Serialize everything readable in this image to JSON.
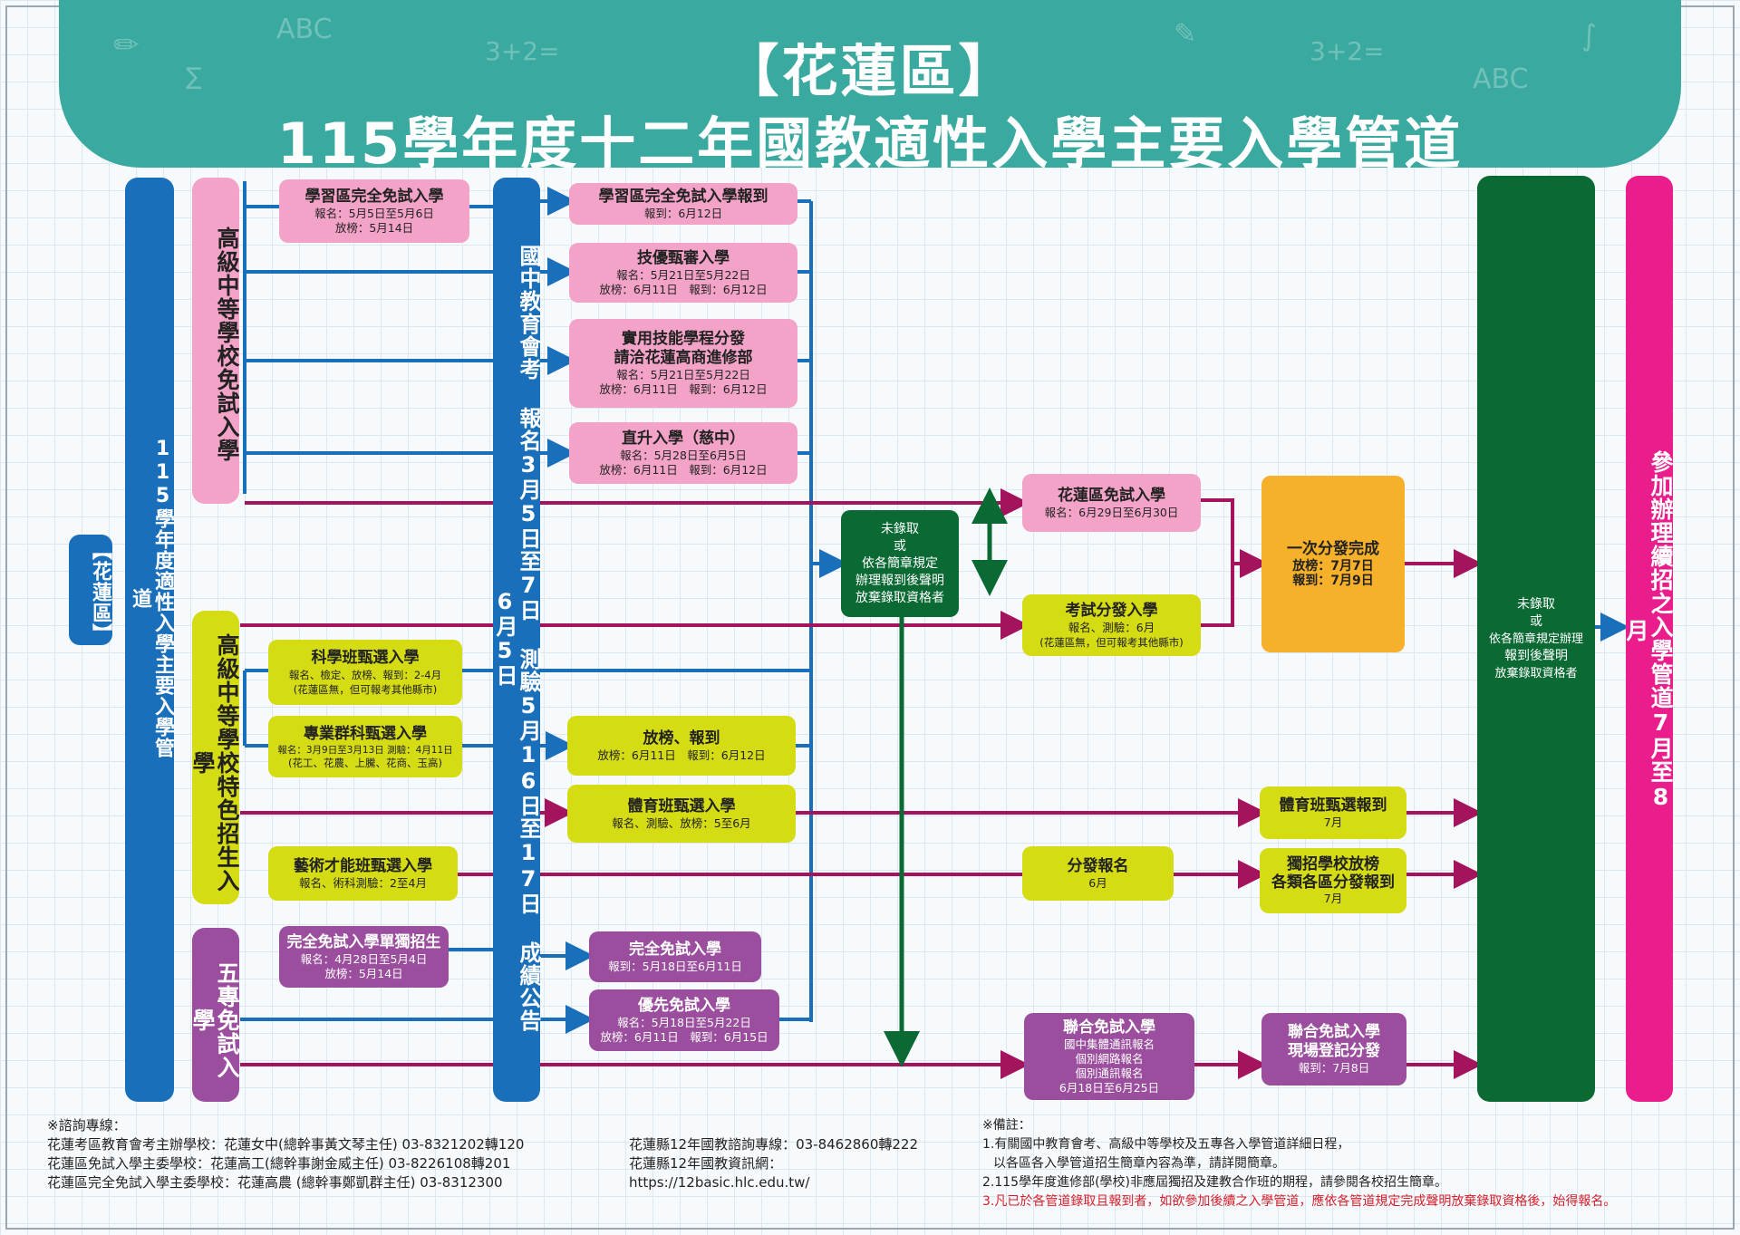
{
  "header": {
    "region": "【花蓮區】",
    "title": "115學年度十二年國教適性入學主要入學管道"
  },
  "left": {
    "region_tag": "【花蓮區】",
    "main_label": "115學年度適性入學主要入學管道"
  },
  "categories": {
    "free_exam": "高級中等學校免試入學",
    "special": "高級中等學校特色招生入學",
    "five_year": "五專免試入學"
  },
  "exam_bar": "國中教育會考 報名3月5日至7日 測驗5月16日至17日 成績公告6月5日",
  "boxes": {
    "sa_full": {
      "h": "學習區完全免試入學",
      "s1": "報名：5月5日至5月6日",
      "s2": "放榜：5月14日"
    },
    "sa_full_report": {
      "h": "學習區完全免試入學報到",
      "s1": "報到：6月12日"
    },
    "skill_review": {
      "h": "技優甄審入學",
      "s1": "報名：5月21日至5月22日",
      "s2": "放榜：6月11日　報到：6月12日"
    },
    "practical": {
      "h": "實用技能學程分發",
      "h2": "請洽花蓮高商進修部",
      "s1": "報名：5月21日至5月22日",
      "s2": "放榜：6月11日　報到：6月12日"
    },
    "direct": {
      "h": "直升入學（慈中）",
      "s1": "報名：5月28日至6月5日",
      "s2": "放榜：6月11日　報到：6月12日"
    },
    "hualien_free": {
      "h": "花蓮區免試入學",
      "s1": "報名：6月29日至6月30日"
    },
    "not_admitted_mid": {
      "l1": "未錄取",
      "l2": "或",
      "l3": "依各簡章規定",
      "l4": "辦理報到後聲明",
      "l5": "放棄錄取資格者"
    },
    "exam_alloc": {
      "h": "考試分發入學",
      "s1": "報名、測驗：6月",
      "s2": "(花蓮區無，但可報考其他縣市)"
    },
    "one_time": {
      "h": "一次分發完成",
      "s1": "放榜：7月7日",
      "s2": "報到：7月9日"
    },
    "not_admitted_right": {
      "l1": "未錄取",
      "l2": "或",
      "l3": "依各簡章規定辦理",
      "l4": "報到後聲明",
      "l5": "放棄錄取資格者"
    },
    "continue": "參加辦理續招之入學管道7月至8月",
    "science": {
      "h": "科學班甄選入學",
      "s1": "報名、檢定、放榜、報到：2-4月",
      "s2": "(花蓮區無，但可報考其他縣市)"
    },
    "pro_group": {
      "h": "專業群科甄選入學",
      "s1": "報名：3月9日至3月13日 測驗：4月11日",
      "s2": "(花工、花農、上騰、花商、玉高)"
    },
    "release": {
      "h": "放榜、報到",
      "s1": "放榜：6月11日　報到：6月12日"
    },
    "sports": {
      "h": "體育班甄選入學",
      "s1": "報名、測驗、放榜：5至6月"
    },
    "sports_report": {
      "h": "體育班甄選報到",
      "s1": "7月"
    },
    "arts": {
      "h": "藝術才能班甄選入學",
      "s1": "報名、術科測驗：2至4月"
    },
    "alloc_reg": {
      "h": "分發報名",
      "s1": "6月"
    },
    "indep": {
      "h": "獨招學校放榜",
      "h2": "各類各區分發報到",
      "s1": "7月"
    },
    "five_full_indep": {
      "h": "完全免試入學單獨招生",
      "s1": "報名：4月28日至5月4日",
      "s2": "放榜：5月14日"
    },
    "five_full": {
      "h": "完全免試入學",
      "s1": "報到：5月18日至6月11日"
    },
    "priority": {
      "h": "優先免試入學",
      "s1": "報名：5月18日至5月22日",
      "s2": "放榜：6月11日　報到：6月15日"
    },
    "joint_free": {
      "h": "聯合免試入學",
      "s1": "國中集體通訊報名",
      "s2": "個別網路報名",
      "s3": "個別通訊報名",
      "s4": "6月18日至6月25日"
    },
    "joint_site": {
      "h": "聯合免試入學",
      "h2": "現場登記分發",
      "s1": "報到：7月8日"
    }
  },
  "footer": {
    "contact_title": "※諮詢專線：",
    "contact1": "花蓮考區教育會考主辦學校：花蓮女中(總幹事黃文琴主任) 03-8321202轉120",
    "contact2": "花蓮區免試入學主委學校：花蓮高工(總幹事謝金威主任) 03-8226108轉201",
    "contact3": "花蓮區完全免試入學主委學校：花蓮高農 (總幹事鄭凱群主任) 03-8312300",
    "hotline": "花蓮縣12年國教諮詢專線：03-8462860轉222",
    "website_label": "花蓮縣12年國教資訊網：",
    "website": "https://12basic.hlc.edu.tw/",
    "notes_title": "※備註：",
    "note1a": "1.有關國中教育會考、高級中等學校及五專各入學管道詳細日程，",
    "note1b": "以各區各入學管道招生簡章內容為準，請詳閱簡章。",
    "note2": "2.115學年度進修部(學校)非應屆獨招及建教合作班的期程，請參閱各校招生簡章。",
    "note3": "3.凡已於各管道錄取且報到者，如欲參加後續之入學管道，應依各管道規定完成聲明放棄錄取資格後，始得報名。"
  },
  "colors": {
    "header": "#3aa99f",
    "blue": "#1a6fba",
    "pink": "#f4a3c8",
    "magenta": "#a3135e",
    "yellow": "#d5dc14",
    "purple": "#9b4e9e",
    "orange": "#f6b02a",
    "dark_green": "#0b6a34",
    "hot_pink": "#e91e8c"
  }
}
